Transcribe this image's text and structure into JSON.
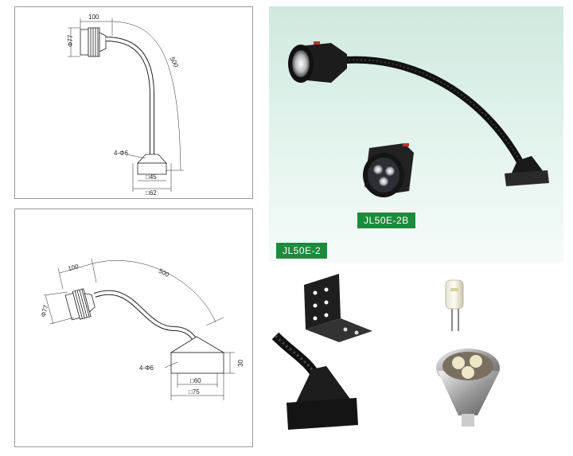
{
  "drawing_top": {
    "dim_head_length": "100",
    "dim_diameter": "Φ77",
    "dim_arm_length": "500",
    "dim_holes": "4-Φ6",
    "dim_base_inner": "□45",
    "dim_base_outer": "□62"
  },
  "drawing_bottom": {
    "dim_head_length": "100",
    "dim_arm_length": "500",
    "dim_diameter": "Φ77",
    "dim_holes": "4-Φ6",
    "dim_height": "30",
    "dim_base_inner": "□60",
    "dim_base_outer": "□75"
  },
  "product": {
    "model_main": "JL50E-2",
    "model_variant": "JL50E-2B"
  },
  "colors": {
    "label_green": "#1e8a3c",
    "photo_bg_top": "#d3ece4",
    "photo_bg_bottom": "#f4fbf8"
  }
}
